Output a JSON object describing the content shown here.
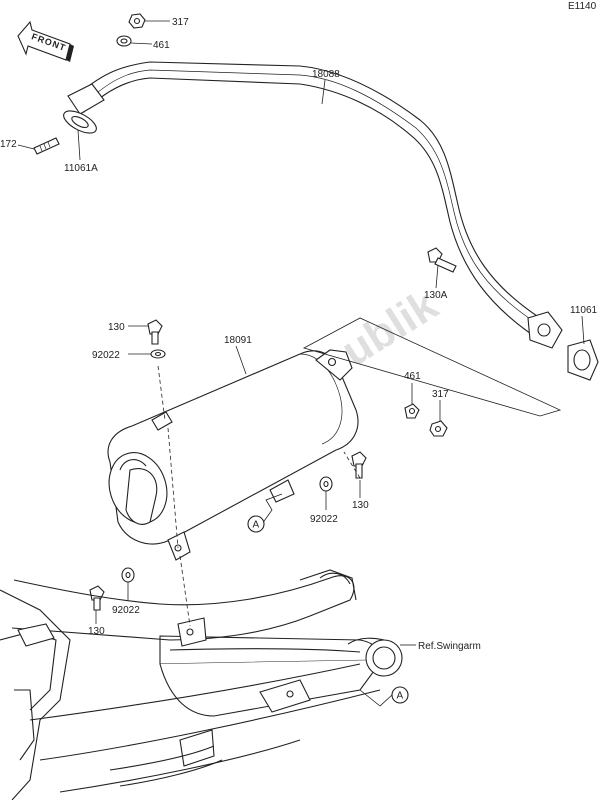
{
  "diagram_code": "E1140",
  "front_arrow_text": "FRONT",
  "watermark": "PartsRepublik",
  "ref_text": "Ref.Swingarm",
  "callouts": {
    "p317_top": "317",
    "p461_top": "461",
    "p18088": "18088",
    "p172": "172",
    "p11061a": "11061A",
    "p130a": "130A",
    "p11061": "11061",
    "p130_top": "130",
    "p92022_top": "92022",
    "p18091": "18091",
    "p461_right": "461",
    "p317_right": "317",
    "p130_mid": "130",
    "p92022_mid": "92022",
    "p92022_bottom": "92022",
    "p130_bottom": "130",
    "ref_a_1": "A",
    "ref_a_2": "A"
  }
}
